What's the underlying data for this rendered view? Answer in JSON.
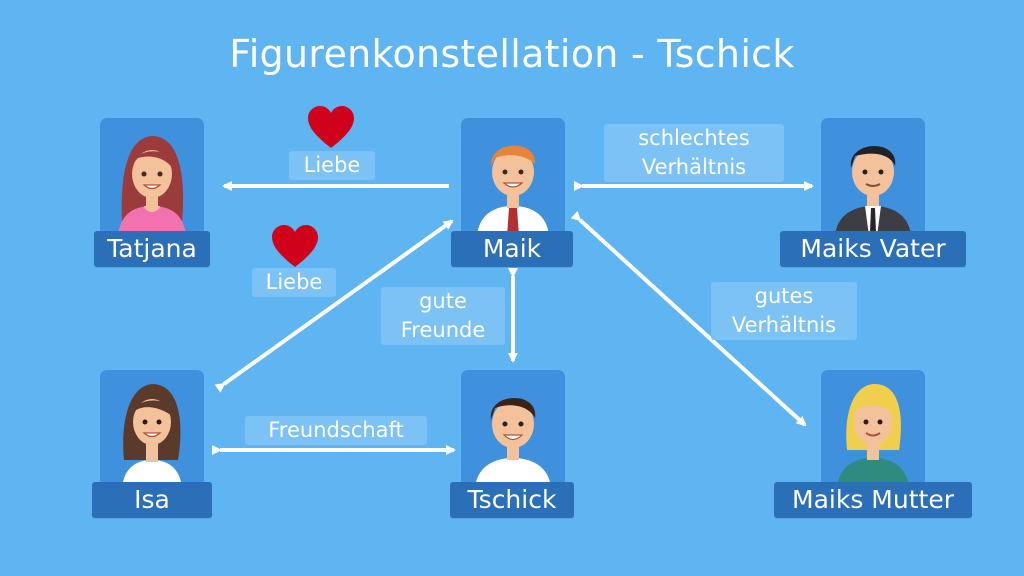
{
  "title": "Figurenkonstellation - Tschick",
  "characters": {
    "maik": "Maik",
    "tatjana": "Tatjana",
    "vater": "Maiks Vater",
    "isa": "Isa",
    "tschick": "Tschick",
    "mutter": "Maiks Mutter"
  },
  "relations": {
    "maik_tatjana": "Liebe",
    "isa_maik": "Liebe",
    "maik_tschick_line1": "gute",
    "maik_tschick_line2": "Freunde",
    "maik_vater_line1": "schlechtes",
    "maik_vater_line2": "Verhältnis",
    "maik_mutter_line1": "gutes",
    "maik_mutter_line2": "Verhältnis",
    "isa_tschick": "Freundschaft"
  },
  "colors": {
    "background": "#5fb4f2",
    "card": "#3f90dd",
    "name_tag": "#2b6fb8",
    "edge_label": "#7cc2f5",
    "heart": "#d0021b",
    "arrow": "#ffffff"
  }
}
